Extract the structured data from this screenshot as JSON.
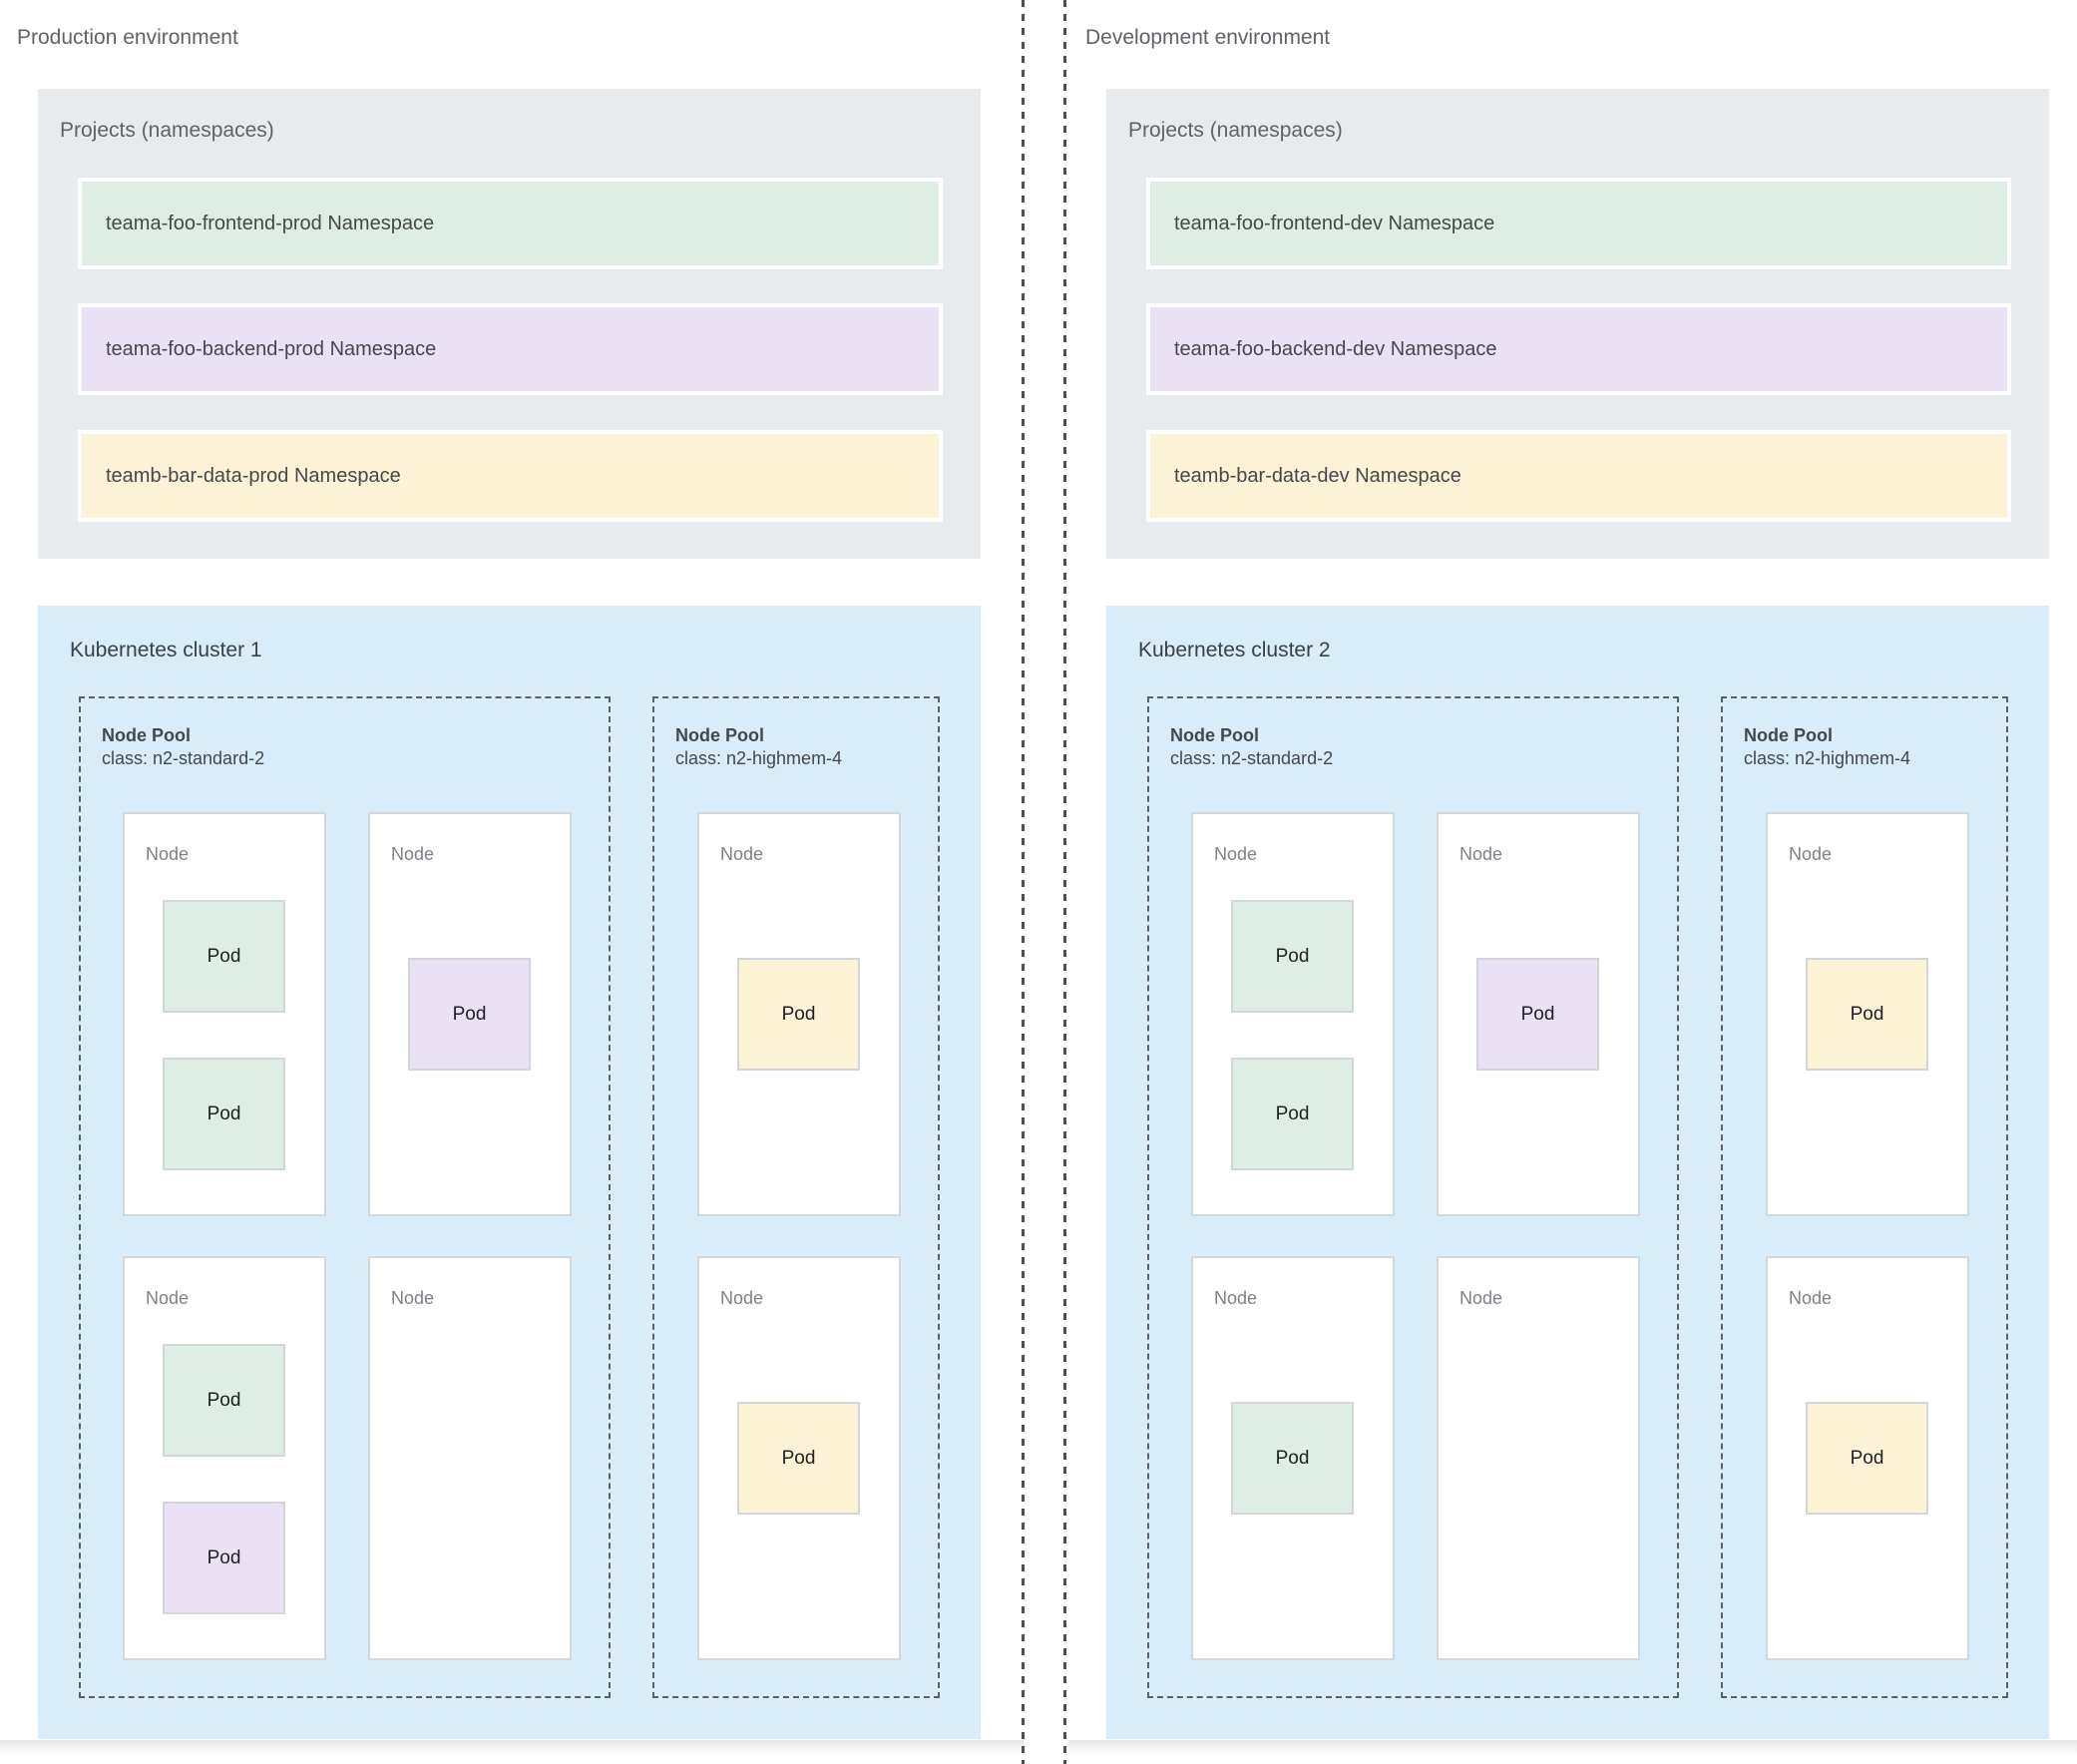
{
  "environments": [
    {
      "label": "Production environment",
      "projects": {
        "title": "Projects (namespaces)",
        "namespaces": [
          {
            "name": "teama-foo-frontend-prod Namespace",
            "color": "green"
          },
          {
            "name": "teama-foo-backend-prod Namespace",
            "color": "purple"
          },
          {
            "name": "teamb-bar-data-prod Namespace",
            "color": "yellow"
          }
        ]
      },
      "cluster": {
        "title": "Kubernetes cluster 1",
        "node_pools": [
          {
            "title": "Node Pool",
            "class_line": "class: n2-standard-2",
            "nodes": [
              {
                "label": "Node",
                "arrangement": "stacked",
                "pods": [
                  {
                    "label": "Pod",
                    "color": "green"
                  },
                  {
                    "label": "Pod",
                    "color": "green"
                  }
                ]
              },
              {
                "label": "Node",
                "arrangement": "centered",
                "pods": [
                  {
                    "label": "Pod",
                    "color": "purple"
                  }
                ]
              },
              {
                "label": "Node",
                "arrangement": "stacked",
                "pods": [
                  {
                    "label": "Pod",
                    "color": "green"
                  },
                  {
                    "label": "Pod",
                    "color": "purple"
                  }
                ]
              },
              {
                "label": "Node",
                "arrangement": "centered",
                "pods": []
              }
            ]
          },
          {
            "title": "Node Pool",
            "class_line": "class: n2-highmem-4",
            "nodes": [
              {
                "label": "Node",
                "arrangement": "centered",
                "pods": [
                  {
                    "label": "Pod",
                    "color": "yellow"
                  }
                ]
              },
              {
                "label": "Node",
                "arrangement": "centered",
                "pods": [
                  {
                    "label": "Pod",
                    "color": "yellow"
                  }
                ]
              }
            ]
          }
        ]
      }
    },
    {
      "label": "Development environment",
      "projects": {
        "title": "Projects (namespaces)",
        "namespaces": [
          {
            "name": "teama-foo-frontend-dev Namespace",
            "color": "green"
          },
          {
            "name": "teama-foo-backend-dev Namespace",
            "color": "purple"
          },
          {
            "name": "teamb-bar-data-dev Namespace",
            "color": "yellow"
          }
        ]
      },
      "cluster": {
        "title": "Kubernetes cluster 2",
        "node_pools": [
          {
            "title": "Node Pool",
            "class_line": "class: n2-standard-2",
            "nodes": [
              {
                "label": "Node",
                "arrangement": "stacked",
                "pods": [
                  {
                    "label": "Pod",
                    "color": "green"
                  },
                  {
                    "label": "Pod",
                    "color": "green"
                  }
                ]
              },
              {
                "label": "Node",
                "arrangement": "centered",
                "pods": [
                  {
                    "label": "Pod",
                    "color": "purple"
                  }
                ]
              },
              {
                "label": "Node",
                "arrangement": "centered",
                "pods": [
                  {
                    "label": "Pod",
                    "color": "green"
                  }
                ]
              },
              {
                "label": "Node",
                "arrangement": "centered",
                "pods": []
              }
            ]
          },
          {
            "title": "Node Pool",
            "class_line": "class: n2-highmem-4",
            "nodes": [
              {
                "label": "Node",
                "arrangement": "centered",
                "pods": [
                  {
                    "label": "Pod",
                    "color": "yellow"
                  }
                ]
              },
              {
                "label": "Node",
                "arrangement": "centered",
                "pods": [
                  {
                    "label": "Pod",
                    "color": "yellow"
                  }
                ]
              }
            ]
          }
        ]
      }
    }
  ],
  "colors": {
    "namespace_green": "#dfeee5",
    "namespace_purple": "#eae2f4",
    "namespace_yellow": "#fcf3d7",
    "projects_box_gray": "#e8ebee",
    "cluster_box_blue": "#d8ecf9",
    "node_white": "#ffffff",
    "divider_gray": "#4b4f54",
    "heading_text": "#5f6368",
    "body_text": "#45484b",
    "pod_text": "#202124"
  }
}
